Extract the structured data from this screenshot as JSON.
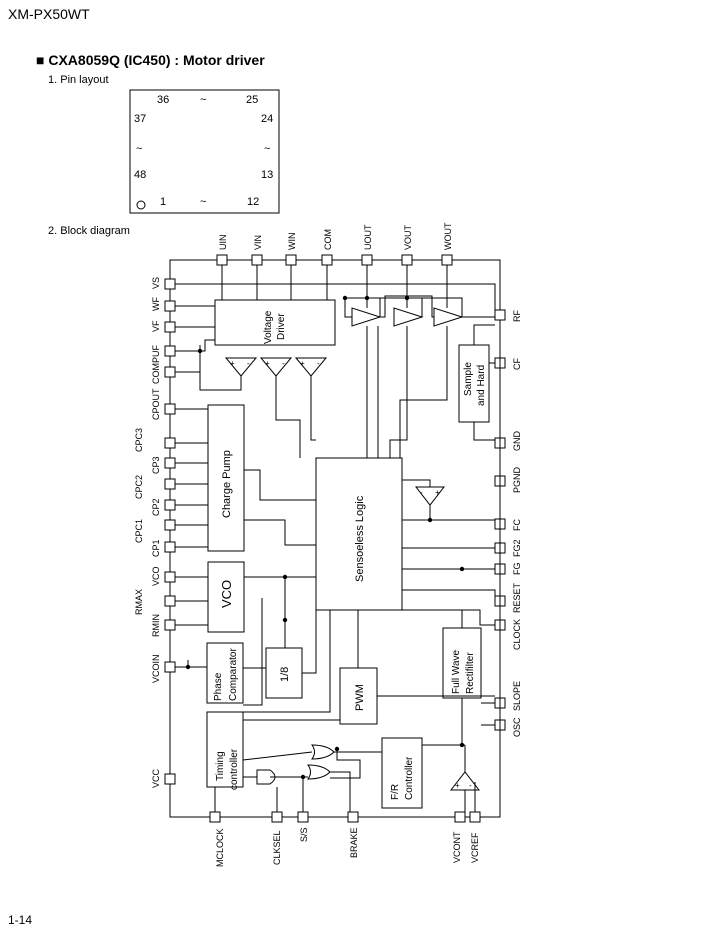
{
  "header": {
    "doc_title": "XM-PX50WT",
    "section_marker": "■",
    "section_title": "CXA8059Q (IC450) : Motor driver",
    "sub_pin_layout": "1. Pin layout",
    "sub_block_diagram": "2. Block diagram"
  },
  "pin_layout": {
    "top_left": "36",
    "top_tilde": "~",
    "top_right": "25",
    "left_top": "37",
    "right_top": "24",
    "left_tilde": "~",
    "right_tilde": "~",
    "left_bottom": "48",
    "right_bottom": "13",
    "bottom_left": "1",
    "bottom_tilde": "~",
    "bottom_right": "12"
  },
  "pins": {
    "top": [
      "UIN",
      "VIN",
      "WIN",
      "COM",
      "UOUT",
      "VOUT",
      "WOUT"
    ],
    "left": [
      "VS",
      "WF",
      "VF",
      "COMPUF",
      "CPOUT",
      "CPC3",
      "CP3",
      "CPC2",
      "CP2",
      "CPC1",
      "CP1",
      "VCO",
      "RMAX",
      "RMIN",
      "VCOIN",
      "VCC"
    ],
    "right": [
      "RF",
      "CF",
      "GND",
      "PGND",
      "FC",
      "FG2",
      "FG",
      "RESET",
      "CLOCK",
      "SLOPE",
      "OSC"
    ],
    "bottom": [
      "MCLOCK",
      "CLKSEL",
      "S/S",
      "BRAKE",
      "VCONT",
      "VCREF"
    ]
  },
  "blocks": {
    "voltage_driver": [
      "Voltage",
      "Driver"
    ],
    "charge_pump": "Charge Pump",
    "vco": "VCO",
    "sensorless_logic": "Sensoeless Logic",
    "phase_comparator": [
      "Phase",
      "Comparator"
    ],
    "divider": "1/8",
    "pwm": "PWM",
    "full_wave_rectifier": [
      "Full Wave",
      "Rectifilter"
    ],
    "sample_hold": [
      "Sample",
      "and Hard"
    ],
    "timing_controller": [
      "Timing",
      "controller"
    ],
    "fr_controller": [
      "F/R",
      "Controller"
    ]
  },
  "symbols": {
    "plus": "+",
    "minus": "-"
  },
  "footer": {
    "page": "1-14"
  }
}
